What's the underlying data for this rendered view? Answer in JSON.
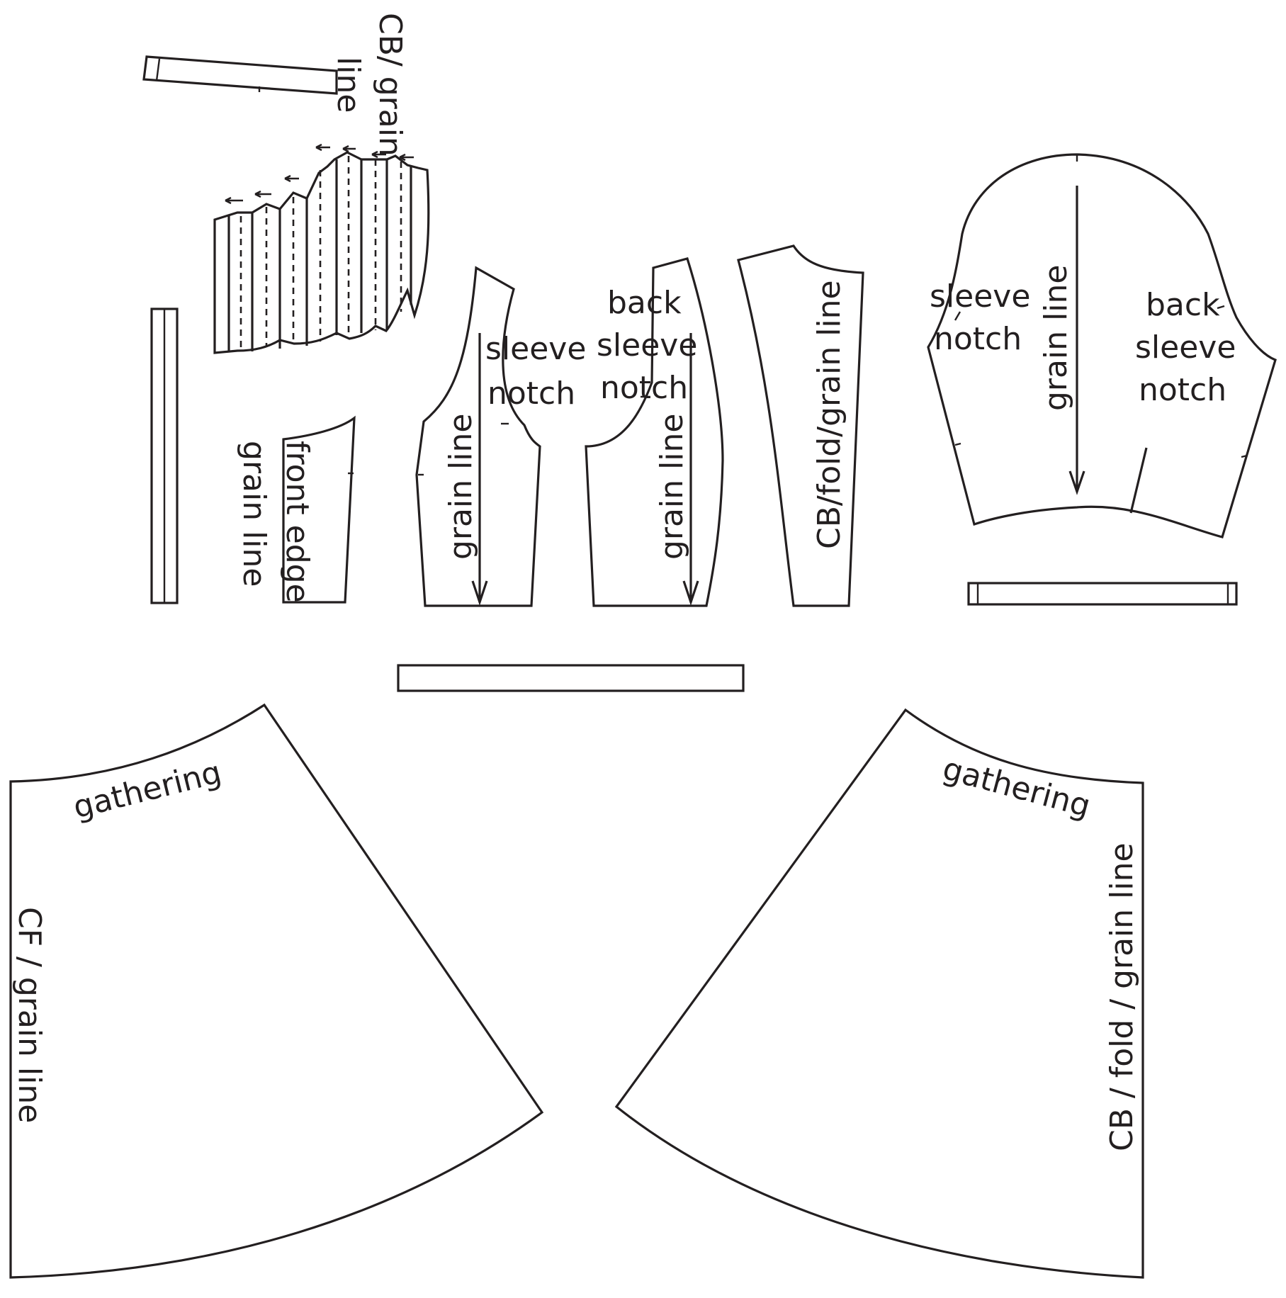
{
  "colors": {
    "line": "#231f20",
    "background": "#ffffff"
  },
  "labels": {
    "collar_cb": "CB/ grain",
    "collar_line": "line",
    "front_edge": "front edge",
    "front_grain": "grain line",
    "front_sleeve": "sleeve",
    "front_notch": "notch",
    "front_bodice_grain": "grain line",
    "back_back": "back",
    "back_sleeve": "sleeve",
    "back_notch": "notch",
    "back_grain": "grain line",
    "cb_fold": "CB/fold/grain line",
    "sleeve_sleeve": "sleeve",
    "sleeve_notch": "notch",
    "sleeve_grain": "grain line",
    "sleeve_back": "back",
    "sleeve_back_sleeve": "sleeve",
    "sleeve_back_notch": "notch",
    "skirt_front_gathering": "gathering",
    "skirt_front_cf": "CF / grain line",
    "skirt_back_gathering": "gathering",
    "skirt_back_cb": "CB / fold / grain line"
  }
}
